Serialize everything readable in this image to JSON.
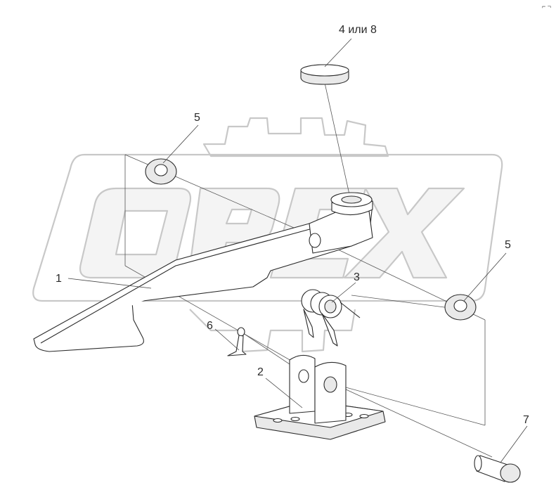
{
  "watermark": {
    "text": "OPEX"
  },
  "corner_mark": "⌐ ¬",
  "callouts": [
    {
      "id": "label-4-or-8",
      "text": "4 или 8"
    },
    {
      "id": "label-5-top",
      "text": "5"
    },
    {
      "id": "label-5-right",
      "text": "5"
    },
    {
      "id": "label-1",
      "text": "1"
    },
    {
      "id": "label-3",
      "text": "3"
    },
    {
      "id": "label-6",
      "text": "6"
    },
    {
      "id": "label-2",
      "text": "2"
    },
    {
      "id": "label-7",
      "text": "7"
    }
  ]
}
